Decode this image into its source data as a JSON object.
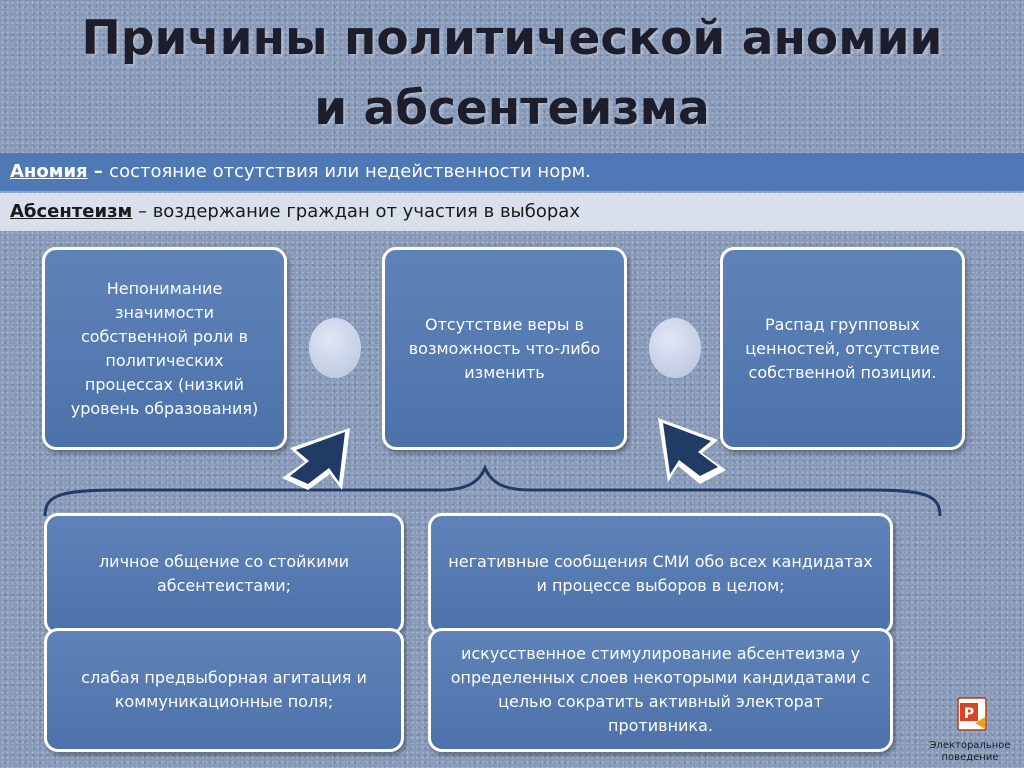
{
  "title": {
    "line1": "Причины политической аномии",
    "line2": "и абсентеизма"
  },
  "definitions": [
    {
      "term": "Аномия",
      "dash": " – ",
      "text": "состояние отсутствия или недейственности норм."
    },
    {
      "term": "Абсентеизм",
      "dash": " – ",
      "text": "воздержание граждан от участия в выборах"
    }
  ],
  "top_boxes": [
    "Непонимание значимости собственной роли в политических процессах (низкий уровень образования)",
    "Отсутствие веры в возможность что-либо изменить",
    "Распад групповых ценностей, отсутствие собственной позиции."
  ],
  "bottom_boxes": [
    "личное общение со стойкими абсентеистами;",
    "негативные сообщения СМИ обо всех кандидатах и процессе выборов в целом;",
    "слабая предвыборная агитация и коммуникационные поля;",
    "искусственное стимулирование абсентеизма у определенных слоев некоторыми кандидатами с целью сократить активный электорат противника."
  ],
  "footer": {
    "label": "Электоральное поведение",
    "icon": "powerpoint-icon"
  },
  "colors": {
    "box_fill": "#5279b0",
    "box_border": "#ffffff",
    "definition_bar_1": "#4f79b5",
    "definition_bar_2": "#d9e0ec",
    "arrow": "#1f3b66",
    "title_text": "#1d1d2b"
  }
}
